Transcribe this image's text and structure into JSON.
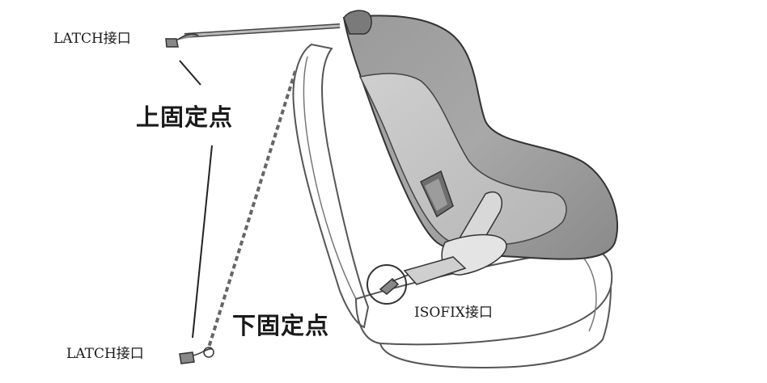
{
  "labels": {
    "latch_top": "LATCH接口",
    "upper_anchor": "上固定点",
    "lower_anchor": "下固定点",
    "isofix": "ISOFIX接口",
    "latch_bottom": "LATCH接口"
  }
}
